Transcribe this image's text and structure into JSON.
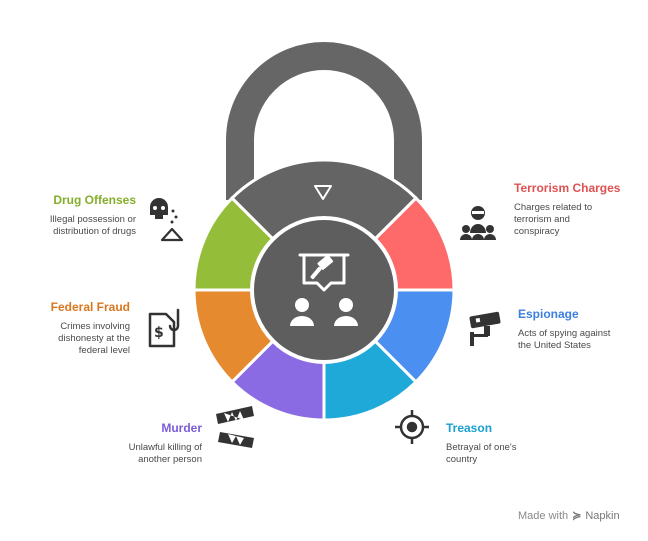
{
  "segments": [
    {
      "key": "terrorism",
      "title": "Terrorism Charges",
      "description": [
        "Charges related to",
        "terrorism and",
        "conspiracy"
      ],
      "color": "#fe6a6a",
      "icon": "group-hooded-figure-icon"
    },
    {
      "key": "espionage",
      "title": "Espionage",
      "description": [
        "Acts of spying against",
        "the United States"
      ],
      "color": "#4b8ff0",
      "icon": "security-camera-icon"
    },
    {
      "key": "treason",
      "title": "Treason",
      "description": [
        "Betrayal of one's",
        "country"
      ],
      "color": "#1ea9d9",
      "icon": "crosshair-target-icon"
    },
    {
      "key": "murder",
      "title": "Murder",
      "description": [
        "Unlawful killing of",
        "another person"
      ],
      "color": "#8b6be3",
      "icon": "crime-scene-tape-icon"
    },
    {
      "key": "fraud",
      "title": "Federal Fraud",
      "description": [
        "Crimes involving",
        "dishonesty at the",
        "federal level"
      ],
      "color": "#e58a2e",
      "icon": "fraud-document-icon"
    },
    {
      "key": "drugs",
      "title": "Drug Offenses",
      "description": [
        "Illegal possession or",
        "distribution of drugs"
      ],
      "color": "#94bd3a",
      "icon": "skull-powder-icon"
    }
  ],
  "colors": {
    "lock": "#666666",
    "lock_dark": "#5a5a5a",
    "center": "#5e5e5e",
    "title_terrorism": "#e05252",
    "title_espionage": "#3d7fe0",
    "title_treason": "#1a9fd0",
    "title_murder": "#7c5cd6",
    "title_fraud": "#d9771f",
    "title_drugs": "#86ae2c"
  },
  "watermark": {
    "prefix": "Made with",
    "brand": "Napkin"
  }
}
